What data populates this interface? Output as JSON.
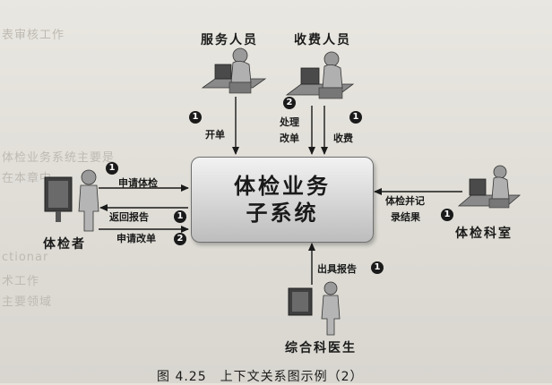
{
  "system": {
    "line1": "体检业务",
    "line2": "子系统"
  },
  "actors": {
    "service": "服务人员",
    "fee": "收费人员",
    "patient": "体检者",
    "room": "体检科室",
    "doctor": "综合科医生"
  },
  "flows": [
    {
      "label": "开单",
      "num": "1"
    },
    {
      "label": "处理",
      "label2": "改单",
      "num": "2"
    },
    {
      "label": "收费",
      "num": "1"
    },
    {
      "label": "申请体检",
      "num": "1"
    },
    {
      "label": "返回报告",
      "num": "1"
    },
    {
      "label": "申请改单",
      "num": "2"
    },
    {
      "label": "体检并记",
      "label2": "录结果",
      "num": "1"
    },
    {
      "label": "出具报告",
      "num": "1"
    }
  ],
  "caption": "图 4.25　上下文关系图示例（2）",
  "colors": {
    "box_top": "#f2f2f2",
    "box_bottom": "#bdbdbd",
    "ink": "#1a1a1a"
  }
}
